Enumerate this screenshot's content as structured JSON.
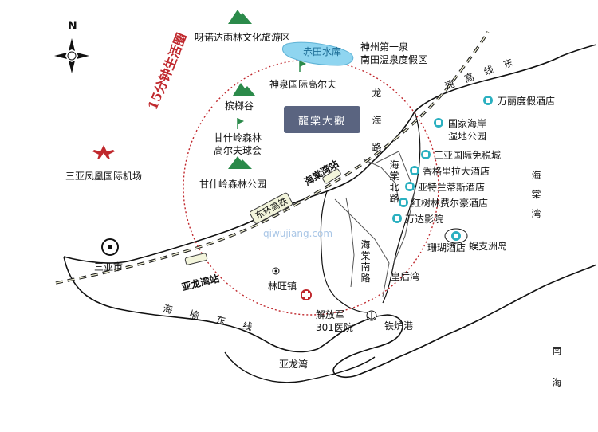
{
  "compass": {
    "north": "N"
  },
  "circle": {
    "label": "15分钟生活圈"
  },
  "logo": {
    "text": "龍棠大觀"
  },
  "places": {
    "yanuoda": "呀诺达雨林文化旅游区",
    "chitian": "赤田水库",
    "shenzhou_a": "神州第一泉",
    "shenzhou_b": "南田温泉度假区",
    "shenquan_golf": "神泉国际高尔夫",
    "binlanggu": "槟榔谷",
    "ganshiling_golf_a": "甘什岭森林",
    "ganshiling_golf_b": "高尔夫球会",
    "ganshiling_park": "甘什岭森林公园",
    "airport": "三亚凤凰国际机场",
    "sanya_city": "三亚市",
    "linwang": "林旺镇",
    "jiefangjun_a": "解放军",
    "jiefangjun_b": "301医院",
    "tieluguang": "铁炉港",
    "yalongwan": "亚龙湾",
    "huanghouwan": "皇后湾",
    "shanhu_hotel": "珊瑚酒店",
    "wuzhizhou": "蜈支洲岛",
    "wanli_hotel": "万丽度假酒店",
    "guojia_park_a": "国家海岸",
    "guojia_park_b": "湿地公园",
    "dutyfree": "三亚国际免税城",
    "shangrila": "香格里拉大酒店",
    "atlantis": "亚特兰蒂斯酒店",
    "redtree": "红树林费尔豪酒店",
    "wanda": "万达影院"
  },
  "roads": {
    "long_hai": "龙海路",
    "haitang_north": "海棠北路",
    "haitang_south": "海棠南路",
    "east_highway": "速高线东",
    "yu_east": "海榆东线"
  },
  "stations": {
    "haitangwan": "海棠湾站",
    "yalongwan": "亚龙湾站",
    "donghuan": "东环高铁"
  },
  "sea": {
    "haitangwan": "海棠湾",
    "south_sea": "南海"
  },
  "watermark": {
    "text": "qiwujiang.com"
  }
}
